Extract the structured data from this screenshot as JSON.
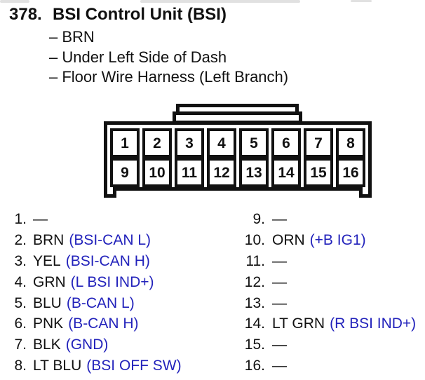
{
  "header": {
    "number": "378.",
    "title": "BSI Control Unit (BSI)",
    "details": [
      "– BRN",
      "– Under Left Side of Dash",
      "– Floor Wire Harness (Left Branch)"
    ]
  },
  "connector": {
    "type": "16-pin connector, 2 rows of 8, latch tab on top",
    "pins": [
      "1",
      "2",
      "3",
      "4",
      "5",
      "6",
      "7",
      "8",
      "9",
      "10",
      "11",
      "12",
      "13",
      "14",
      "15",
      "16"
    ]
  },
  "pin_list": {
    "left": [
      {
        "num": "1.",
        "wire": "—",
        "signal": ""
      },
      {
        "num": "2.",
        "wire": "BRN",
        "signal": "(BSI-CAN L)"
      },
      {
        "num": "3.",
        "wire": "YEL",
        "signal": "(BSI-CAN H)"
      },
      {
        "num": "4.",
        "wire": "GRN",
        "signal": "(L BSI IND+)"
      },
      {
        "num": "5.",
        "wire": "BLU",
        "signal": "(B-CAN L)"
      },
      {
        "num": "6.",
        "wire": "PNK",
        "signal": "(B-CAN H)"
      },
      {
        "num": "7.",
        "wire": "BLK",
        "signal": "(GND)"
      },
      {
        "num": "8.",
        "wire": "LT BLU",
        "signal": "(BSI OFF SW)"
      }
    ],
    "right": [
      {
        "num": "9.",
        "wire": "—",
        "signal": ""
      },
      {
        "num": "10.",
        "wire": "ORN",
        "signal": "(+B IG1)"
      },
      {
        "num": "11.",
        "wire": "—",
        "signal": ""
      },
      {
        "num": "12.",
        "wire": "—",
        "signal": ""
      },
      {
        "num": "13.",
        "wire": "—",
        "signal": ""
      },
      {
        "num": "14.",
        "wire": "LT GRN",
        "signal": "(R BSI IND+)"
      },
      {
        "num": "15.",
        "wire": "—",
        "signal": ""
      },
      {
        "num": "16.",
        "wire": "—",
        "signal": ""
      }
    ]
  },
  "colors": {
    "ink": "#111111",
    "signal_blue": "#2222bb",
    "background": "#ffffff"
  }
}
